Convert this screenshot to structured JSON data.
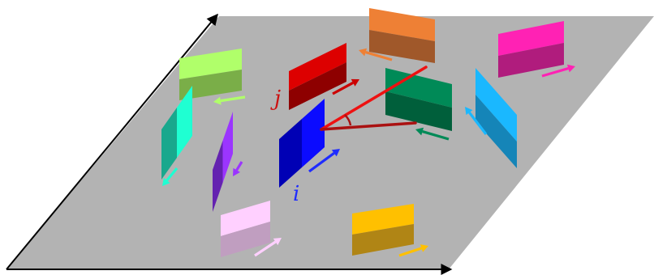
{
  "diagram": {
    "labels": {
      "i": {
        "text": "i",
        "color": "#1f2cff"
      },
      "j": {
        "text": "j",
        "color": "#cc1111"
      }
    },
    "colors": {
      "plane": "#b3b3b3",
      "axes": "#000000",
      "connector_i_j": "#ee1111",
      "connector_i_green": "#aa1111"
    },
    "panels": [
      {
        "id": "lime",
        "top": "#b0ff6a",
        "bottom": "#7aae48",
        "arrow": "#b0ff6a"
      },
      {
        "id": "cyan",
        "top": "#1fffd2",
        "bottom": "#19a88d",
        "arrow": "#1fffd2"
      },
      {
        "id": "purple",
        "top": "#9b35ff",
        "bottom": "#6422b0",
        "arrow": "#9b35ff"
      },
      {
        "id": "red",
        "top": "#dd0000",
        "bottom": "#8e0000",
        "arrow": "#cc0000"
      },
      {
        "id": "orange",
        "top": "#ee8035",
        "bottom": "#a0582a",
        "arrow": "#ee8035"
      },
      {
        "id": "green",
        "top": "#008a57",
        "bottom": "#005f3b",
        "arrow": "#008a57"
      },
      {
        "id": "blue",
        "top": "#0b0bff",
        "bottom": "#0000b5",
        "arrow": "#1f2cff"
      },
      {
        "id": "magenta",
        "top": "#ff22b4",
        "bottom": "#b01c7d",
        "arrow": "#ff22b4"
      },
      {
        "id": "skyblue",
        "top": "#1ab8ff",
        "bottom": "#1585b8",
        "arrow": "#1ab8ff"
      },
      {
        "id": "pink",
        "top": "#ffd0ff",
        "bottom": "#c09ec0",
        "arrow": "#ffd0ff"
      },
      {
        "id": "gold",
        "top": "#ffc000",
        "bottom": "#b08515",
        "arrow": "#ffc000"
      }
    ]
  }
}
